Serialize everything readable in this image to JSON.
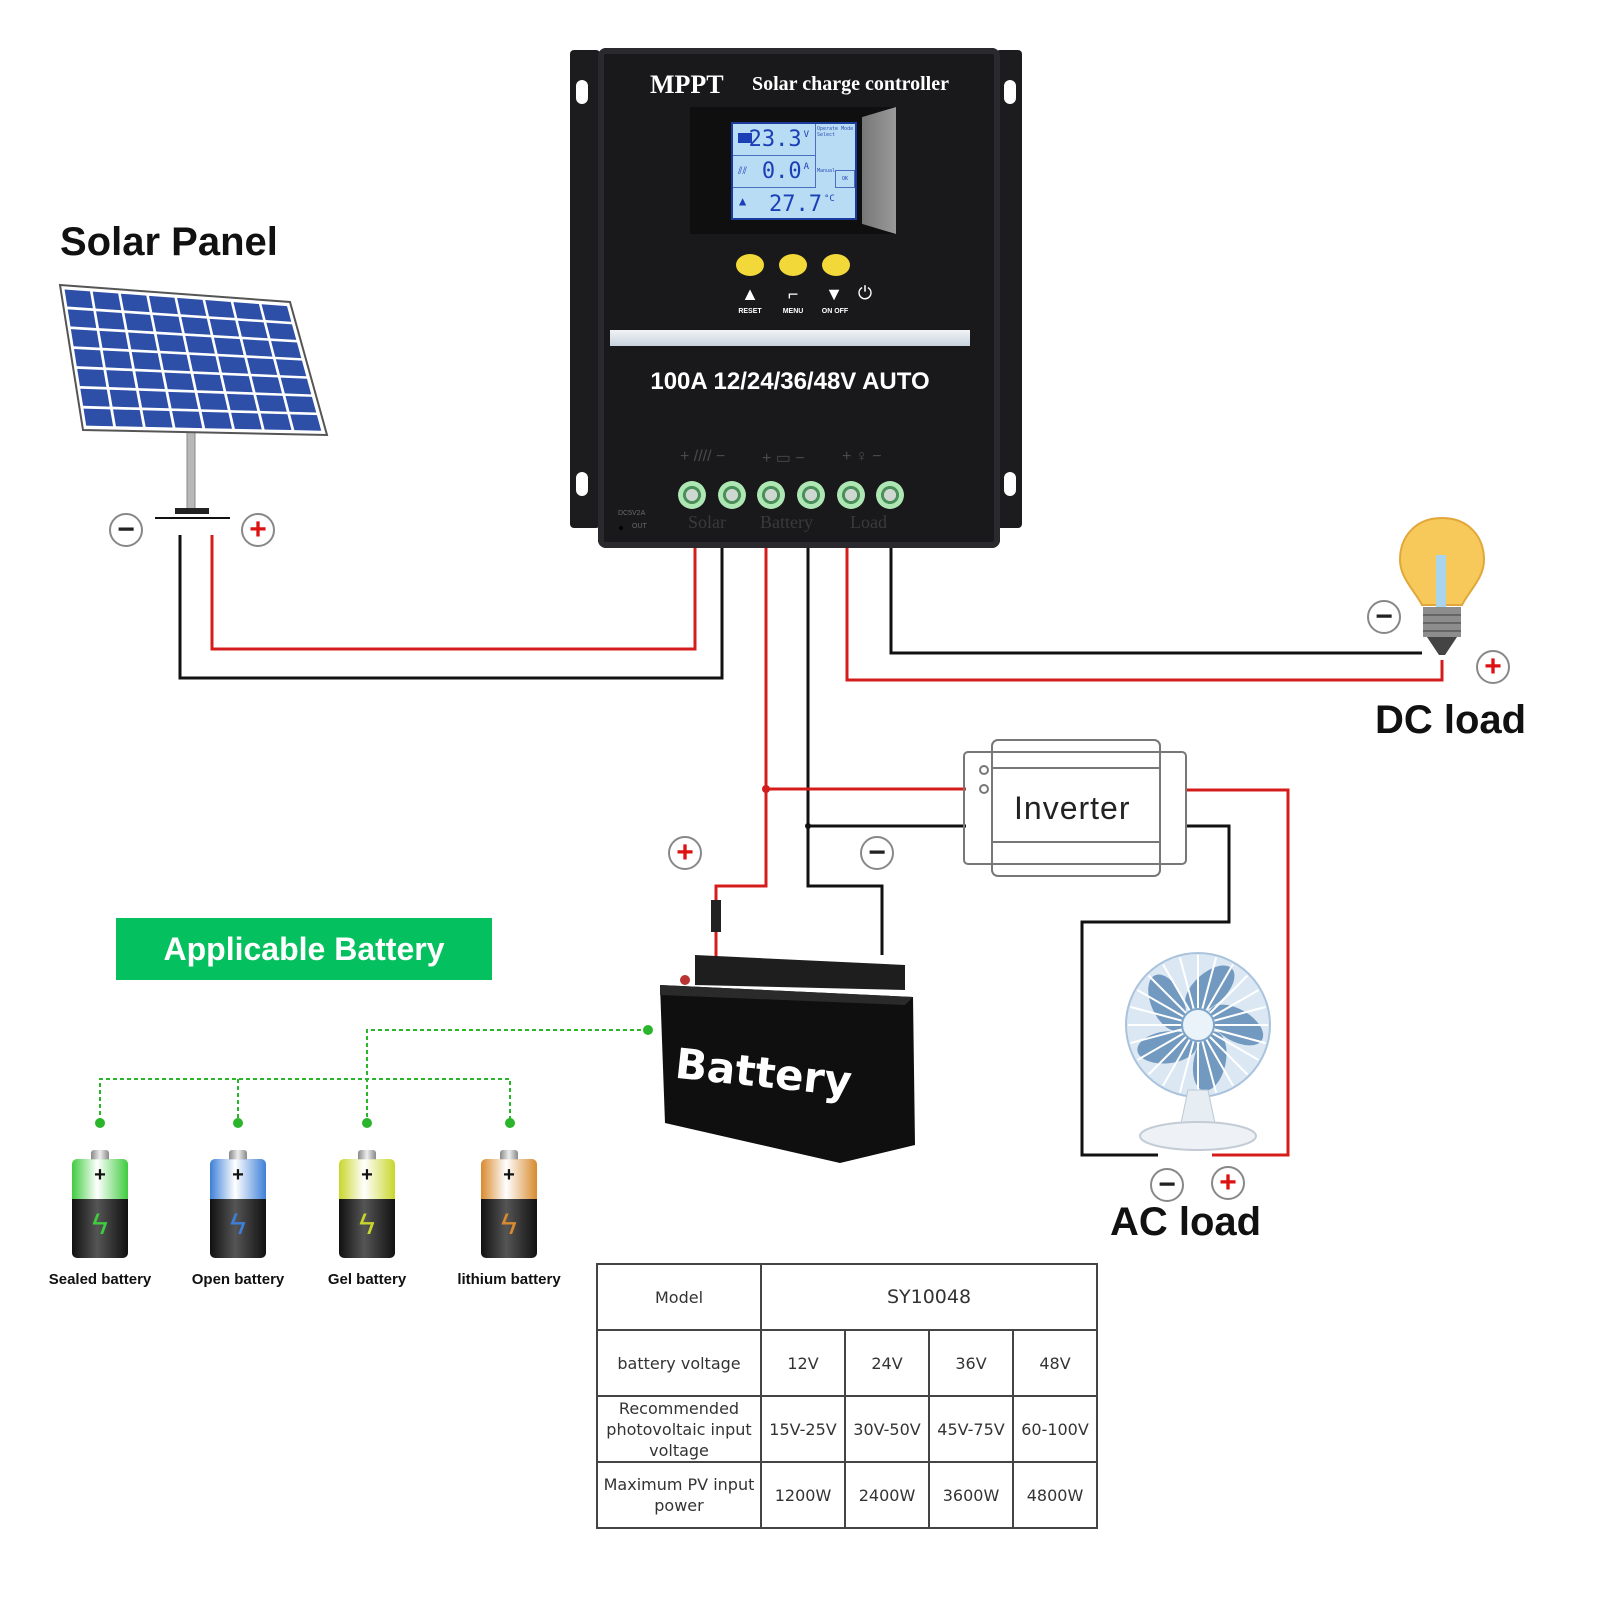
{
  "diagram": {
    "title": "MPPT Solar Charge Controller Wiring Diagram",
    "colors": {
      "positive_wire": "#d41c1c",
      "negative_wire": "#111111",
      "applicable_banner": "#05c05f",
      "dotted_connector": "#2bb52b",
      "controller_body": "#19191b",
      "lcd_background": "#b9dcf5",
      "lcd_digits": "#1b3fb5",
      "button_color": "#f3d83a",
      "terminal_color": "#aee6b4"
    }
  },
  "labels": {
    "solar_panel": "Solar Panel",
    "dc_load": "DC load",
    "ac_load": "AC load",
    "inverter": "Inverter",
    "battery": "Battery",
    "negative_symbol": "−",
    "positive_symbol": "+"
  },
  "controller": {
    "brand": "MPPT",
    "subtitle": "Solar charge controller",
    "spec_line": "100A  12/24/36/48V AUTO",
    "usb_label_top": "DC5V2A",
    "usb_label_bottom": "OUT",
    "lcd": {
      "battery_voltage": "23.3",
      "battery_unit": "V",
      "battery_caption": "Battery",
      "solar_current": "0.0",
      "solar_unit": "A",
      "solar_caption": "Solar",
      "temperature": "27.7",
      "temperature_unit": "°C",
      "side_text": "Operate Mode Select",
      "manual_text": "Manual",
      "ok_text": "OK"
    },
    "buttons": [
      {
        "symbol": "▲",
        "label": "RESET"
      },
      {
        "symbol": "⌐",
        "label": "MENU"
      },
      {
        "symbol": "▼",
        "label": "ON OFF"
      }
    ],
    "terminal_groups": [
      {
        "icon": "+ //// −",
        "label": "Solar"
      },
      {
        "icon": "+ ▭ −",
        "label": "Battery"
      },
      {
        "icon": "+ ♀ −",
        "label": "Load"
      }
    ]
  },
  "applicable_battery": {
    "title": "Applicable Battery",
    "types": [
      {
        "label": "Sealed battery",
        "color": "#3fcc3f"
      },
      {
        "label": "Open battery",
        "color": "#3d7fd8"
      },
      {
        "label": "Gel battery",
        "color": "#c8d62a"
      },
      {
        "label": "lithium battery",
        "color": "#d88a2e"
      }
    ]
  },
  "spec_table": {
    "model_header": "Model",
    "model_value": "SY10048",
    "rows": [
      {
        "label": "battery voltage",
        "values": [
          "12V",
          "24V",
          "36V",
          "48V"
        ]
      },
      {
        "label": "Recommended photovoltaic input voltage",
        "values": [
          "15V-25V",
          "30V-50V",
          "45V-75V",
          "60-100V"
        ]
      },
      {
        "label": "Maximum PV input power",
        "values": [
          "1200W",
          "2400W",
          "3600W",
          "4800W"
        ]
      }
    ]
  }
}
